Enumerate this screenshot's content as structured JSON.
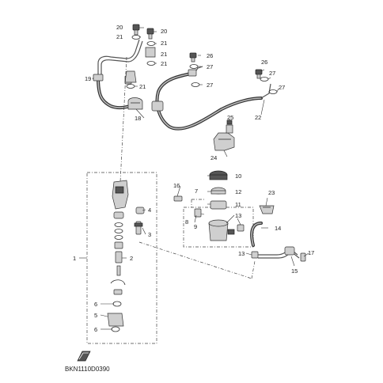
{
  "drawing_code": "BKN1110D0390",
  "callouts": {
    "c1": "1",
    "c2": "2",
    "c3": "3",
    "c4": "4",
    "c5": "5",
    "c6a": "6",
    "c6b": "6",
    "c7": "7",
    "c8": "8",
    "c9": "9",
    "c10": "10",
    "c11": "11",
    "c12": "12",
    "c13a": "13",
    "c13b": "13",
    "c14": "14",
    "c15": "15",
    "c16": "16",
    "c17": "17",
    "c18": "18",
    "c19": "19",
    "c20a": "20",
    "c20b": "20",
    "c21a": "21",
    "c21b": "21",
    "c21c": "21",
    "c21d": "21",
    "c21e": "21",
    "c22": "22",
    "c23": "23",
    "c24": "24",
    "c25": "25",
    "c26a": "26",
    "c26b": "26",
    "c27a": "27",
    "c27b": "27",
    "c27c": "27"
  }
}
